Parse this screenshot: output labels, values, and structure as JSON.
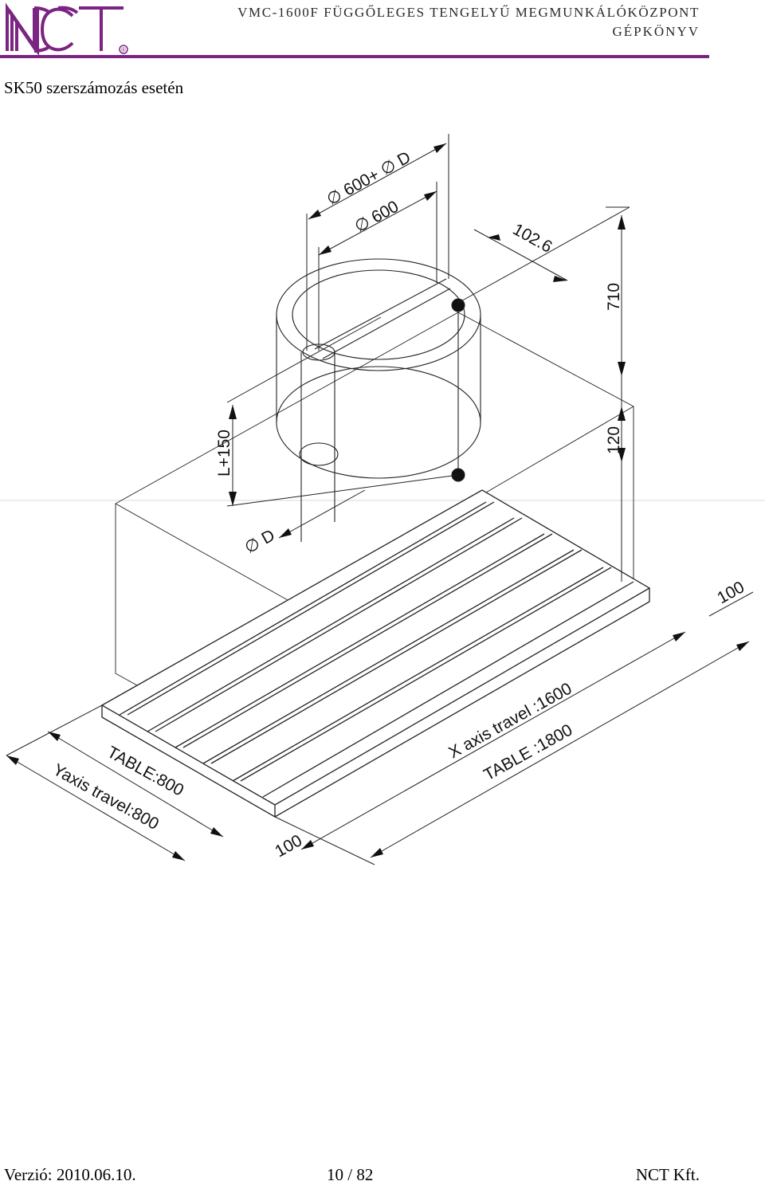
{
  "header": {
    "logo_text": "NCT",
    "logo_mark": "®",
    "title": "VMC-1600F FÜGGŐLEGES TENGELYŰ MEGMUNKÁLÓKÖZPONT",
    "subtitle": "GÉPKÖNYV"
  },
  "section_title": "SK50 szerszámozás esetén",
  "drawing": {
    "dim_600_plus_d": "∅ 600+ ∅ D",
    "dim_600": "∅ 600",
    "dim_102_6": "102.6",
    "dim_710": "710",
    "dim_120": "120",
    "dim_l_150": "L+150",
    "dim_d": "∅ D",
    "dim_100_right": "100",
    "dim_100_left": "100",
    "x_travel": "X axis travel :1600",
    "table_x": "TABLE :1800",
    "table_y": "TABLE:800",
    "y_travel": "Yaxis travel:800"
  },
  "footer": {
    "version": "Verzió: 2010.06.10.",
    "page": "10 / 82",
    "company": "NCT Kft."
  },
  "colors": {
    "brand": "#7b2482",
    "line": "#222222"
  }
}
